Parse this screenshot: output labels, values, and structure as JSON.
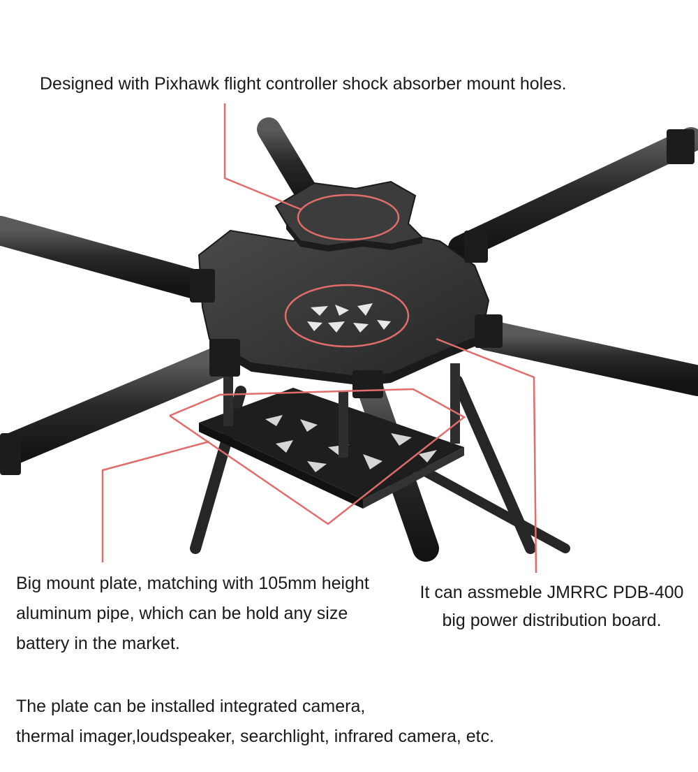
{
  "captions": {
    "top": "Designed with Pixhawk flight controller shock absorber mount holes.",
    "left": [
      "Big mount plate, matching with 105mm height",
      "aluminum pipe, which can be hold any size",
      "battery in the market."
    ],
    "right": [
      "It can assmeble JMRRC PDB-400",
      "big power distribution board."
    ],
    "bottom": [
      "The plate can be installed integrated camera,",
      "thermal imager,loudspeaker, searchlight, infrared camera, etc."
    ]
  },
  "colors": {
    "callout": "#e06d6b",
    "carbon": "#2b2b2b",
    "plate": "#3a3a3a",
    "background": "#ffffff"
  },
  "icons": [
    "hexacopter-frame-illustration"
  ]
}
